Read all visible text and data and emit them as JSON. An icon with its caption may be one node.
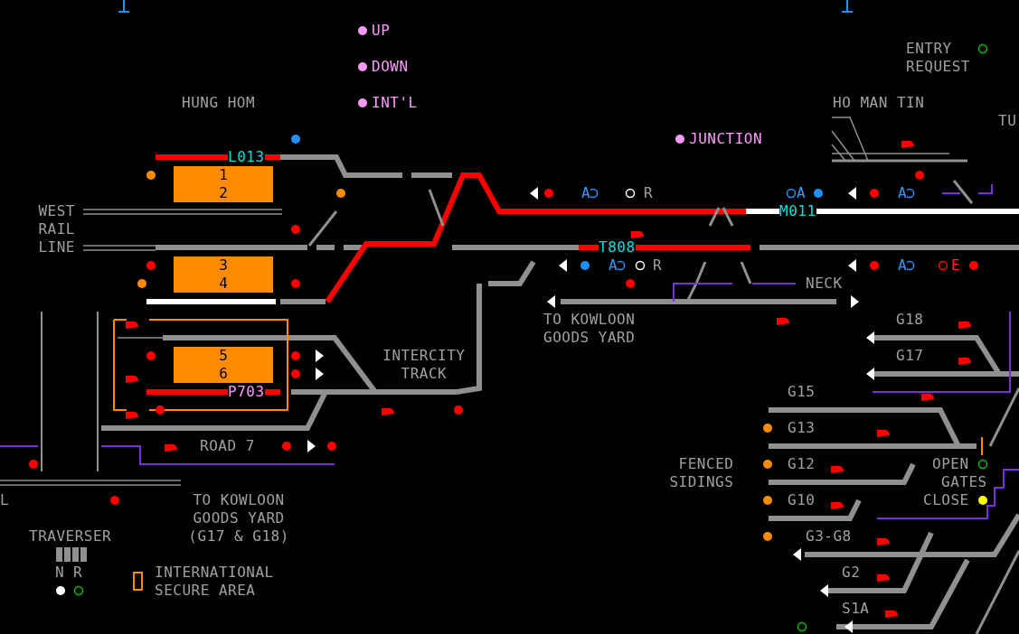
{
  "diagram": {
    "nodes": [
      {
        "text": [
          "1",
          "2"
        ]
      },
      {
        "text": [
          "3",
          "4"
        ]
      },
      {
        "text": [
          "5",
          "6"
        ]
      }
    ],
    "labels": [
      "ENTRY REQUEST",
      "HUNG HOM",
      "HO MAN TIN",
      "TU",
      "L013",
      "A",
      "R",
      "A",
      "A",
      "WEST RAIL LINE",
      "M011",
      "T808",
      "A",
      "R",
      "A",
      "E",
      "NECK",
      "TO KOWLOON GOODS YARD",
      "G18",
      "INTERCITY TRACK",
      "G17",
      "P703",
      "G15",
      "G13",
      "ROAD 7",
      "FENCED SIDINGS",
      "G12",
      "OPEN",
      "GATES",
      "L",
      "TO KOWLOON GOODS YARD (G17 & G18)",
      "G10",
      "CLOSE",
      "TRAVERSER",
      "G3-G8",
      "N",
      "R",
      "G2",
      "S1A"
    ],
    "legend": [
      {
        "text": "UP",
        "color": "#ff99ff"
      },
      {
        "text": "DOWN",
        "color": "#ff99ff"
      },
      {
        "text": "INT'L",
        "color": "#ff99ff"
      },
      {
        "text": "JUNCTION",
        "color": "#ff99ff"
      },
      {
        "text": "INTERNATIONAL SECURE AREA"
      }
    ]
  }
}
